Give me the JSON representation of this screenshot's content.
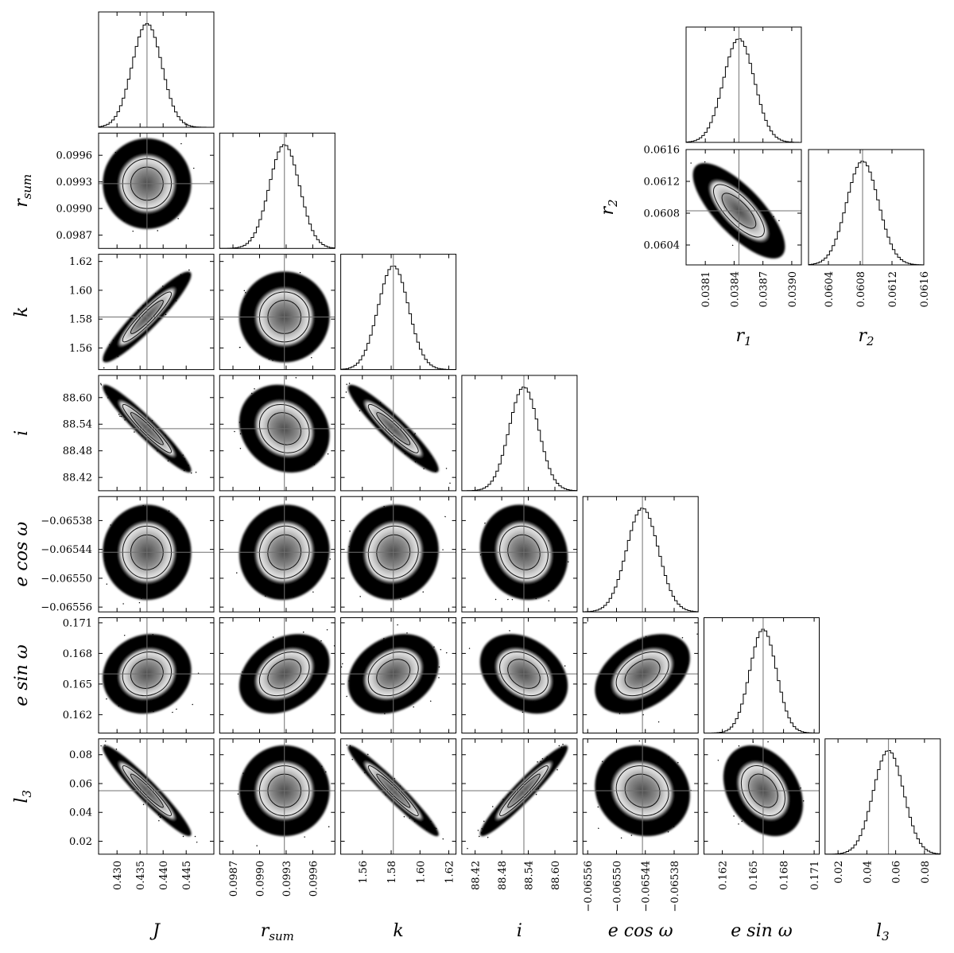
{
  "chart_data": [
    {
      "type": "corner",
      "title": "",
      "parameters": [
        {
          "key": "J",
          "label": "J",
          "range": [
            0.426,
            0.451
          ],
          "truth": 0.4365,
          "ticks": [
            {
              "value": 0.43,
              "label": "0.430"
            },
            {
              "value": 0.435,
              "label": "0.435"
            },
            {
              "value": 0.44,
              "label": "0.440"
            },
            {
              "value": 0.445,
              "label": "0.445"
            }
          ],
          "std": 0.0032
        },
        {
          "key": "r_sum",
          "label": "r",
          "label_sub": "sum",
          "range": [
            0.09855,
            0.09985
          ],
          "truth": 0.09928,
          "ticks": [
            {
              "value": 0.0987,
              "label": "0.0987"
            },
            {
              "value": 0.099,
              "label": "0.0990"
            },
            {
              "value": 0.0993,
              "label": "0.0993"
            },
            {
              "value": 0.0996,
              "label": "0.0996"
            }
          ],
          "std": 0.00017
        },
        {
          "key": "k",
          "label": "k",
          "range": [
            1.545,
            1.625
          ],
          "truth": 1.5815,
          "ticks": [
            {
              "value": 1.56,
              "label": "1.56"
            },
            {
              "value": 1.58,
              "label": "1.58"
            },
            {
              "value": 1.6,
              "label": "1.60"
            },
            {
              "value": 1.62,
              "label": "1.62"
            }
          ],
          "std": 0.0105
        },
        {
          "key": "i",
          "label": "i",
          "range": [
            88.39,
            88.65
          ],
          "truth": 88.53,
          "ticks": [
            {
              "value": 88.42,
              "label": "88.42"
            },
            {
              "value": 88.48,
              "label": "88.48"
            },
            {
              "value": 88.54,
              "label": "88.54"
            },
            {
              "value": 88.6,
              "label": "88.60"
            }
          ],
          "std": 0.033
        },
        {
          "key": "ecosw",
          "label": "e cos ω",
          "range": [
            -0.06557,
            -0.06533
          ],
          "truth": -0.065446,
          "ticks": [
            {
              "value": -0.06556,
              "label": "−0.06556"
            },
            {
              "value": -0.0655,
              "label": "−0.06550"
            },
            {
              "value": -0.06544,
              "label": "−0.06544"
            },
            {
              "value": -0.06538,
              "label": "−0.06538"
            }
          ],
          "std": 3.3e-05
        },
        {
          "key": "esinw",
          "label": "e sin ω",
          "range": [
            0.1602,
            0.1715
          ],
          "truth": 0.166,
          "ticks": [
            {
              "value": 0.162,
              "label": "0.162"
            },
            {
              "value": 0.165,
              "label": "0.165"
            },
            {
              "value": 0.168,
              "label": "0.168"
            },
            {
              "value": 0.171,
              "label": "0.171"
            }
          ],
          "std": 0.0013
        },
        {
          "key": "l3",
          "label": "l",
          "label_sub": "3",
          "range": [
            0.011,
            0.091
          ],
          "truth": 0.055,
          "ticks": [
            {
              "value": 0.02,
              "label": "0.02"
            },
            {
              "value": 0.04,
              "label": "0.04"
            },
            {
              "value": 0.06,
              "label": "0.06"
            },
            {
              "value": 0.08,
              "label": "0.08"
            }
          ],
          "std": 0.0105
        }
      ],
      "correlations": [
        {
          "a": "r_sum",
          "b": "J",
          "rho": 0.0
        },
        {
          "a": "k",
          "b": "J",
          "rho": 0.93
        },
        {
          "a": "k",
          "b": "r_sum",
          "rho": 0.0
        },
        {
          "a": "i",
          "b": "J",
          "rho": -0.95
        },
        {
          "a": "i",
          "b": "r_sum",
          "rho": -0.15
        },
        {
          "a": "i",
          "b": "k",
          "rho": -0.93
        },
        {
          "a": "ecosw",
          "b": "J",
          "rho": 0.0
        },
        {
          "a": "ecosw",
          "b": "r_sum",
          "rho": 0.05
        },
        {
          "a": "ecosw",
          "b": "k",
          "rho": 0.05
        },
        {
          "a": "ecosw",
          "b": "i",
          "rho": -0.1
        },
        {
          "a": "esinw",
          "b": "J",
          "rho": 0.1
        },
        {
          "a": "esinw",
          "b": "r_sum",
          "rho": 0.3
        },
        {
          "a": "esinw",
          "b": "k",
          "rho": 0.25
        },
        {
          "a": "esinw",
          "b": "i",
          "rho": -0.3
        },
        {
          "a": "esinw",
          "b": "ecosw",
          "rho": 0.4
        },
        {
          "a": "l3",
          "b": "J",
          "rho": -0.95
        },
        {
          "a": "l3",
          "b": "r_sum",
          "rho": 0.0
        },
        {
          "a": "l3",
          "b": "k",
          "rho": -0.96
        },
        {
          "a": "l3",
          "b": "i",
          "rho": 0.95
        },
        {
          "a": "l3",
          "b": "ecosw",
          "rho": -0.1
        },
        {
          "a": "l3",
          "b": "esinw",
          "rho": -0.3
        }
      ]
    },
    {
      "type": "corner",
      "title": "",
      "parameters": [
        {
          "key": "r1",
          "label": "r",
          "label_sub": "1",
          "range": [
            0.0379,
            0.0391
          ],
          "truth": 0.03845,
          "ticks": [
            {
              "value": 0.0381,
              "label": "0.0381"
            },
            {
              "value": 0.0384,
              "label": "0.0384"
            },
            {
              "value": 0.0387,
              "label": "0.0387"
            },
            {
              "value": 0.039,
              "label": "0.0390"
            }
          ],
          "std": 0.00016
        },
        {
          "key": "r2",
          "label": "r",
          "label_sub": "2",
          "range": [
            0.06015,
            0.0616
          ],
          "truth": 0.06083,
          "ticks": [
            {
              "value": 0.0604,
              "label": "0.0604"
            },
            {
              "value": 0.0608,
              "label": "0.0608"
            },
            {
              "value": 0.0612,
              "label": "0.0612"
            },
            {
              "value": 0.0616,
              "label": "0.0616"
            }
          ],
          "std": 0.0002
        }
      ],
      "correlations": [
        {
          "a": "r2",
          "b": "r1",
          "rho": -0.75
        }
      ]
    }
  ]
}
